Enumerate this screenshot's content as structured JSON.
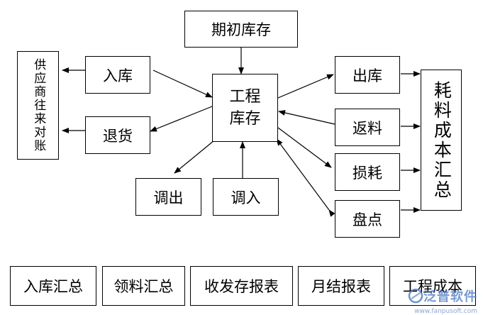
{
  "nodes": {
    "opening_inventory": "期初库存",
    "inbound": "入库",
    "return_goods": "退货",
    "supplier_reconciliation": "供应商往来对账",
    "project_inventory_line1": "工程",
    "project_inventory_line2": "库存",
    "transfer_out": "调出",
    "transfer_in": "调入",
    "outbound": "出库",
    "return_material": "返料",
    "loss": "损耗",
    "stock_check": "盘点",
    "consumption_cost_summary": "耗料成本汇总"
  },
  "reports": [
    "入库汇总",
    "领料汇总",
    "收发存报表",
    "月结报表",
    "工程成本"
  ],
  "watermark": {
    "brand": "泛普软件",
    "url": "www.fanpusoft.com"
  }
}
